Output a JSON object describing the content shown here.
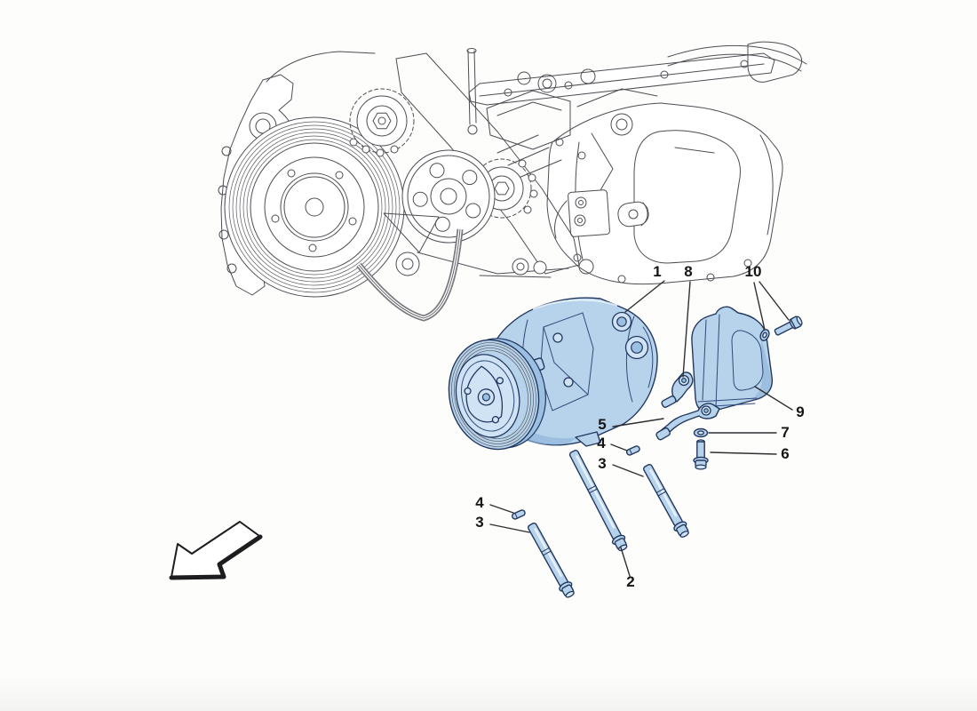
{
  "figure": {
    "type": "exploded-parts-diagram",
    "background_color": "#fdfdfc"
  },
  "callouts": [
    {
      "label": "1"
    },
    {
      "label": "8"
    },
    {
      "label": "10"
    },
    {
      "label": "9"
    },
    {
      "label": "5"
    },
    {
      "label": "7"
    },
    {
      "label": "4"
    },
    {
      "label": "6"
    },
    {
      "label": "3"
    },
    {
      "label": "4"
    },
    {
      "label": "3"
    },
    {
      "label": "2"
    }
  ],
  "icons": {
    "direction_arrow": "arrow-pointing-down-left"
  },
  "colors": {
    "part_fill": "#b7d3ec",
    "part_fill_light": "#cfe3f5",
    "part_shadow": "#8fb4d8",
    "part_outline": "#22375e",
    "line_art": "#4d4e53",
    "leader_line": "#2f2f31",
    "callout_text": "#151515"
  }
}
